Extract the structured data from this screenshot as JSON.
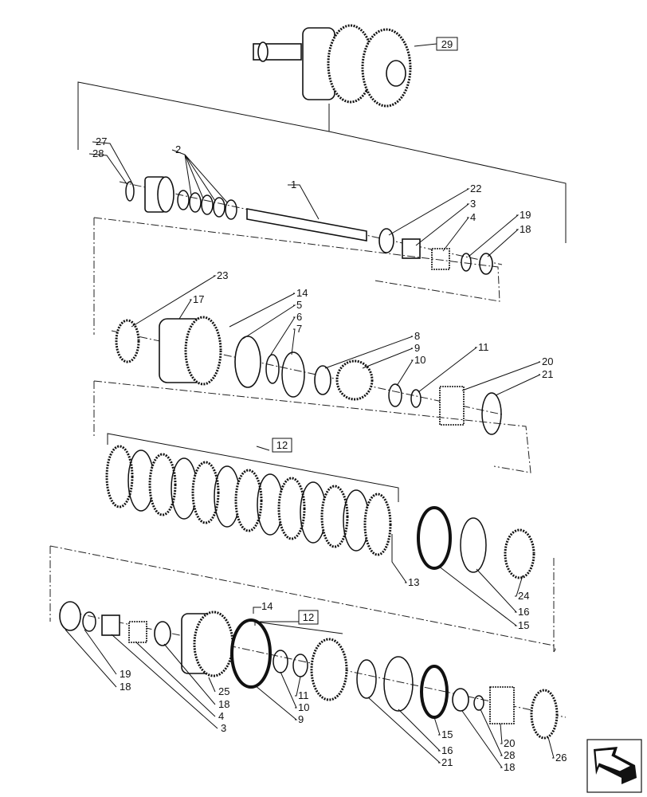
{
  "diagram": {
    "assembly_ref": "29",
    "labels": [
      {
        "text": "27"
      },
      {
        "text": "28"
      },
      {
        "text": "2"
      },
      {
        "text": "1"
      },
      {
        "text": "22"
      },
      {
        "text": "3"
      },
      {
        "text": "4"
      },
      {
        "text": "19"
      },
      {
        "text": "18"
      },
      {
        "text": "23"
      },
      {
        "text": "17"
      },
      {
        "text": "14"
      },
      {
        "text": "5"
      },
      {
        "text": "6"
      },
      {
        "text": "7"
      },
      {
        "text": "8"
      },
      {
        "text": "9"
      },
      {
        "text": "10"
      },
      {
        "text": "11"
      },
      {
        "text": "20"
      },
      {
        "text": "21"
      },
      {
        "text": "12",
        "boxed": true
      },
      {
        "text": "13"
      },
      {
        "text": "24"
      },
      {
        "text": "16"
      },
      {
        "text": "15"
      },
      {
        "text": "14"
      },
      {
        "text": "12",
        "boxed": true
      },
      {
        "text": "19"
      },
      {
        "text": "18"
      },
      {
        "text": "25"
      },
      {
        "text": "18"
      },
      {
        "text": "4"
      },
      {
        "text": "3"
      },
      {
        "text": "11"
      },
      {
        "text": "10"
      },
      {
        "text": "9"
      },
      {
        "text": "15"
      },
      {
        "text": "16"
      },
      {
        "text": "21"
      },
      {
        "text": "20"
      },
      {
        "text": "28"
      },
      {
        "text": "18"
      },
      {
        "text": "26"
      }
    ]
  },
  "navigation": {
    "icon": "arrow-back-icon"
  }
}
